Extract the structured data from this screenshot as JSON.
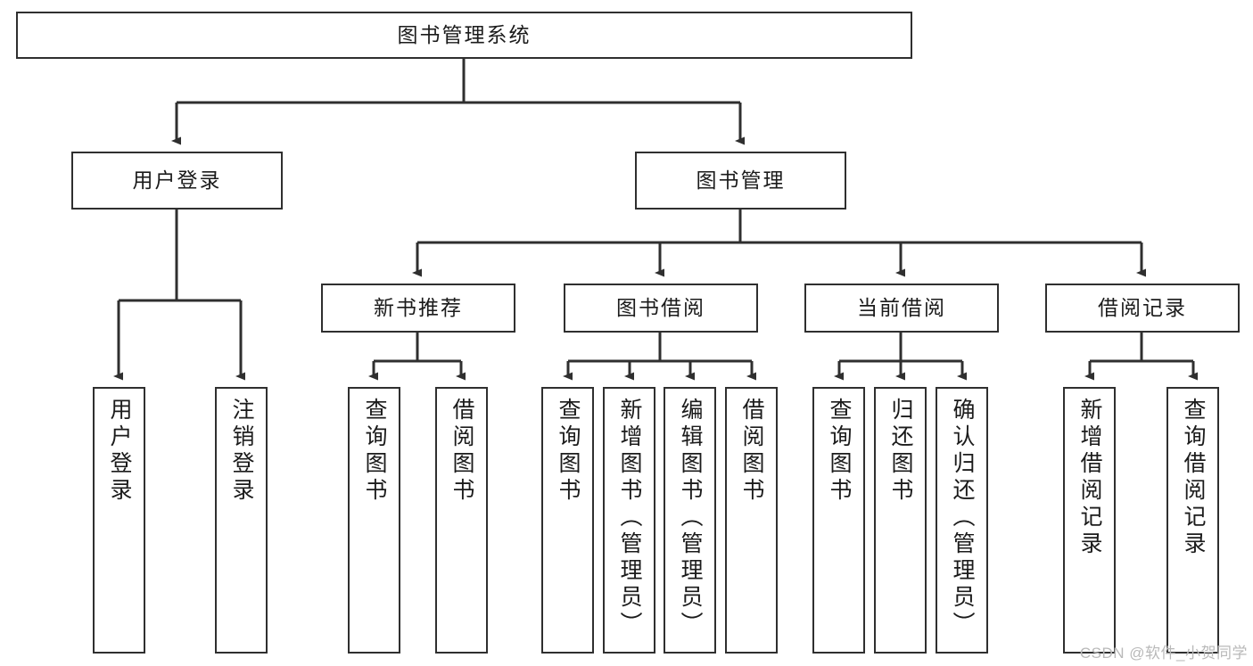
{
  "diagram": {
    "title": "图书管理系统",
    "type": "tree",
    "colors": {
      "box_border": "#2f2f2f",
      "box_fill": "#ffffff",
      "connector": "#2f2f2f",
      "text": "#1b1b1b",
      "watermark": "#b9b9b9",
      "background": "#ffffff"
    },
    "root": {
      "label": "图书管理系统"
    },
    "level2": [
      {
        "label": "用户登录"
      },
      {
        "label": "图书管理"
      }
    ],
    "level3": [
      {
        "label": "新书推荐"
      },
      {
        "label": "图书借阅"
      },
      {
        "label": "当前借阅"
      },
      {
        "label": "借阅记录"
      }
    ],
    "leaves": {
      "user_login": [
        {
          "label": "用户登录"
        },
        {
          "label": "注销登录"
        }
      ],
      "new_book_recommend": [
        {
          "label": "查询图书"
        },
        {
          "label": "借阅图书"
        }
      ],
      "book_borrow": [
        {
          "label": "查询图书"
        },
        {
          "label": "新增图书（管理员）"
        },
        {
          "label": "编辑图书（管理员）"
        },
        {
          "label": "借阅图书"
        }
      ],
      "current_borrow": [
        {
          "label": "查询图书"
        },
        {
          "label": "归还图书"
        },
        {
          "label": "确认归还（管理员）"
        }
      ],
      "borrow_record": [
        {
          "label": "新增借阅记录"
        },
        {
          "label": "查询借阅记录"
        }
      ]
    }
  },
  "watermark": {
    "text": "CSDN @软件_小贺同学"
  }
}
